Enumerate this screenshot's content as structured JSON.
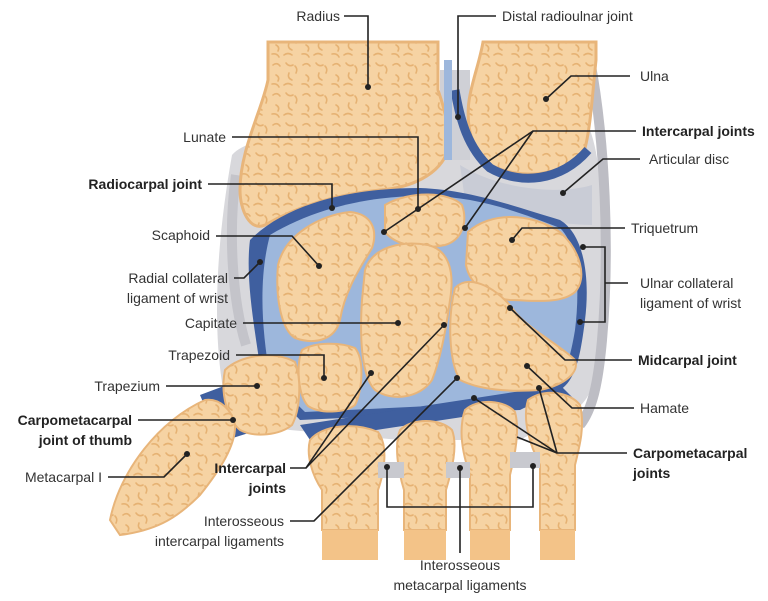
{
  "colors": {
    "bone": "#f6d3a3",
    "bone_outline": "#eab57a",
    "bone_texture": "#e7b679",
    "cartilage": "#9db7dc",
    "synovial": "#3f5f9f",
    "ligament": "#d8d8dc",
    "shaft": "#f3c388",
    "leader": "#222222"
  },
  "labels": {
    "radius": "Radius",
    "distal_radioulnar": "Distal radioulnar joint",
    "ulna": "Ulna",
    "lunate": "Lunate",
    "intercarpal_top": "Intercarpal joints",
    "articular_disc": "Articular disc",
    "radiocarpal": "Radiocarpal joint",
    "triquetrum": "Triquetrum",
    "scaphoid": "Scaphoid",
    "radial_collateral_1": "Radial collateral",
    "radial_collateral_2": "ligament of wrist",
    "ulnar_collateral_1": "Ulnar collateral",
    "ulnar_collateral_2": "ligament of wrist",
    "capitate": "Capitate",
    "trapezoid": "Trapezoid",
    "midcarpal": "Midcarpal joint",
    "trapezium": "Trapezium",
    "hamate": "Hamate",
    "cmc_thumb_1": "Carpometacarpal",
    "cmc_thumb_2": "joint of thumb",
    "cmc_1": "Carpometacarpal",
    "cmc_2": "joints",
    "metacarpal_1": "Metacarpal I",
    "intercarpal_bottom_1": "Intercarpal",
    "intercarpal_bottom_2": "joints",
    "interosseous_intercarpal_1": "Interosseous",
    "interosseous_intercarpal_2": "intercarpal ligaments",
    "interosseous_metacarpal_1": "Interosseous",
    "interosseous_metacarpal_2": "metacarpal ligaments"
  }
}
